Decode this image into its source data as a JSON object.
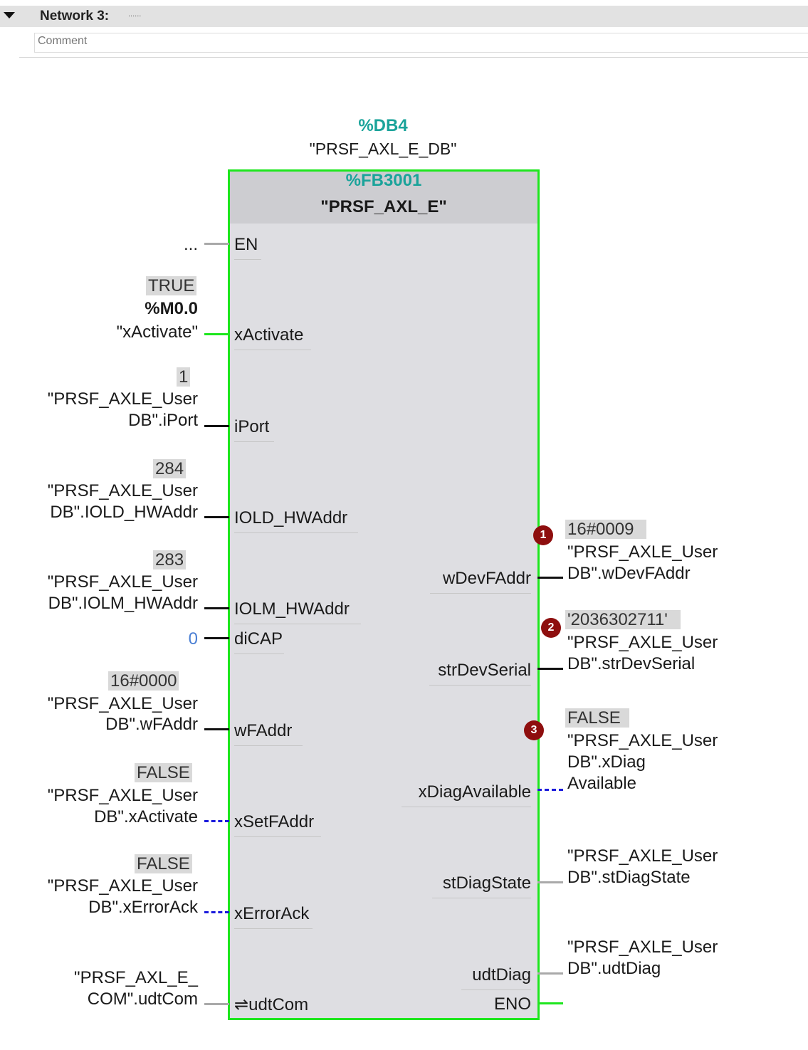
{
  "network": {
    "title": "Network 3:",
    "dots": "......",
    "comment_placeholder": "Comment"
  },
  "instance_db": {
    "address": "%DB4",
    "name": "\"PRSF_AXL_E_DB\""
  },
  "function_block": {
    "address": "%FB3001",
    "name": "\"PRSF_AXL_E\""
  },
  "inputs": [
    {
      "pin": "EN",
      "operand": "..."
    },
    {
      "pin": "xActivate",
      "value": "TRUE",
      "address": "%M0.0",
      "operand": "\"xActivate\""
    },
    {
      "pin": "iPort",
      "value": "1",
      "operand_line1": "\"PRSF_AXLE_User",
      "operand_line2": "DB\".iPort"
    },
    {
      "pin": "IOLD_HWAddr",
      "value": "284",
      "operand_line1": "\"PRSF_AXLE_User",
      "operand_line2": "DB\".IOLD_HWAddr"
    },
    {
      "pin": "IOLM_HWAddr",
      "value": "283",
      "operand_line1": "\"PRSF_AXLE_User",
      "operand_line2": "DB\".IOLM_HWAddr"
    },
    {
      "pin": "diCAP",
      "operand": "0"
    },
    {
      "pin": "wFAddr",
      "value": "16#0000",
      "operand_line1": "\"PRSF_AXLE_User",
      "operand_line2": "DB\".wFAddr"
    },
    {
      "pin": "xSetFAddr",
      "value": "FALSE",
      "operand_line1": "\"PRSF_AXLE_User",
      "operand_line2": "DB\".xActivate"
    },
    {
      "pin": "xErrorAck",
      "value": "FALSE",
      "operand_line1": "\"PRSF_AXLE_User",
      "operand_line2": "DB\".xErrorAck"
    },
    {
      "pin": "⇌udtCom",
      "operand_line1": "\"PRSF_AXL_E_",
      "operand_line2": "COM\".udtCom"
    }
  ],
  "outputs": [
    {
      "pin": "wDevFAddr",
      "badge": "1",
      "value": "16#0009",
      "operand_line1": "\"PRSF_AXLE_User",
      "operand_line2": "DB\".wDevFAddr"
    },
    {
      "pin": "strDevSerial",
      "badge": "2",
      "value": "'2036302711'",
      "operand_line1": "\"PRSF_AXLE_User",
      "operand_line2": "DB\".strDevSerial"
    },
    {
      "pin": "xDiagAvailable",
      "badge": "3",
      "value": "FALSE",
      "operand_line1": "\"PRSF_AXLE_User",
      "operand_line2": "DB\".xDiag",
      "operand_line3": "Available"
    },
    {
      "pin": "stDiagState",
      "operand_line1": "\"PRSF_AXLE_User",
      "operand_line2": "DB\".stDiagState"
    },
    {
      "pin": "udtDiag",
      "operand_line1": "\"PRSF_AXLE_User",
      "operand_line2": "DB\".udtDiag"
    },
    {
      "pin": "ENO"
    }
  ],
  "colors": {
    "block_border": "#1ee61e",
    "teal": "#1aa39a",
    "badge": "#8e0e0e",
    "bool_false_wire": "#1a1adc"
  }
}
